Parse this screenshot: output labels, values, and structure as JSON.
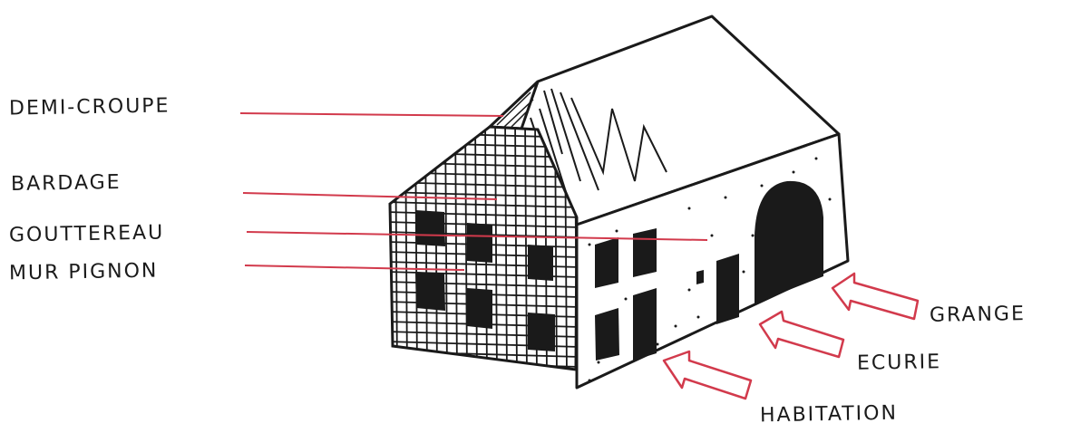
{
  "labels": {
    "demi_croupe": "DEMI-CROUPE",
    "bardage": "BARDAGE",
    "goutterau": "GOUTTEREAU",
    "mur_pignon": "MUR PIGNON",
    "grange": "GRANGE",
    "ecurie": "ECURIE",
    "habitation": "HABITATION"
  },
  "colors": {
    "ink": "#1a1a1a",
    "leader_red": "#d23a4c"
  }
}
